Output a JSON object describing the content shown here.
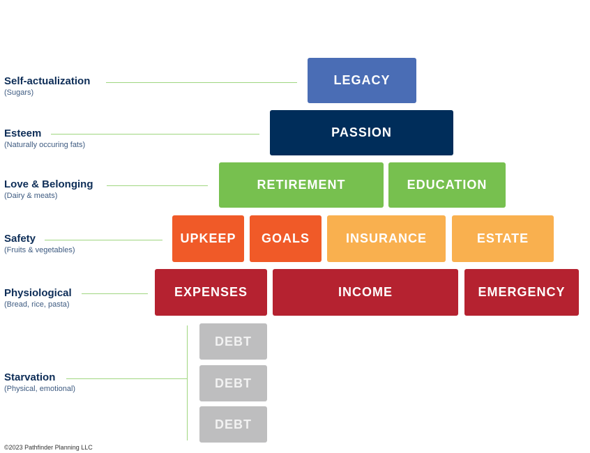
{
  "levels": [
    {
      "title": "Self-actualization",
      "subtitle": "(Sugars)"
    },
    {
      "title": "Esteem",
      "subtitle": "(Naturally occuring fats)"
    },
    {
      "title": "Love & Belonging",
      "subtitle": "(Dairy & meats)"
    },
    {
      "title": "Safety",
      "subtitle": "(Fruits & vegetables)"
    },
    {
      "title": "Physiological",
      "subtitle": "(Bread, rice, pasta)"
    },
    {
      "title": "Starvation",
      "subtitle": "(Physical, emotional)"
    }
  ],
  "blocks": {
    "legacy": "LEGACY",
    "passion": "PASSION",
    "retirement": "RETIREMENT",
    "education": "EDUCATION",
    "upkeep": "UPKEEP",
    "goals": "GOALS",
    "insurance": "INSURANCE",
    "estate": "ESTATE",
    "expenses": "EXPENSES",
    "income": "INCOME",
    "emergency": "EMERGENCY",
    "debt": [
      "DEBT",
      "DEBT",
      "DEBT"
    ]
  },
  "colors": {
    "legacy": "#4a6db5",
    "passion": "#002d5a",
    "green": "#77c04f",
    "orange": "#f05a28",
    "amber": "#f9b04f",
    "red": "#b52230",
    "gray": "#bebebf",
    "connector": "#9fd67f"
  },
  "copyright": "©2023 Pathfinder Planning LLC"
}
